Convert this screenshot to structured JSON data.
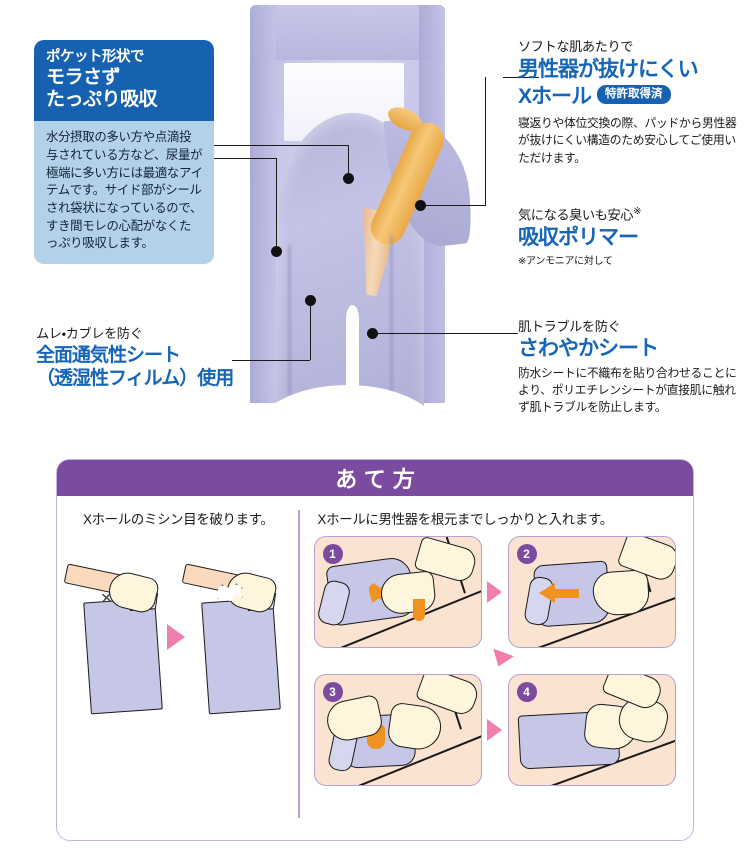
{
  "product_callouts": {
    "pocket_card": {
      "head_line1": "ポケット形状で",
      "head_line2": "モラさず",
      "head_line3": "たっぷり吸収",
      "body": "水分摂取の多い方や点滴投与されている方など、尿量が極端に多い方には最適なアイテムです。サイド部がシールされ袋状になっているので、すき間モレの心配がなくたっぷり吸収します。"
    },
    "x_hole": {
      "kicker": "ソフトな肌あたりで",
      "title_line1": "男性器が抜けにくい",
      "title_line2": "Xホール",
      "badge": "特許取得済",
      "body": "寝返りや体位交換の際、パッドから男性器が抜けにくい構造のため安心してご使用いただけます。"
    },
    "polymer": {
      "kicker": "気になる臭いも安心",
      "kicker_sup": "※",
      "title": "吸収ポリマー",
      "note": "※アンモニアに対して"
    },
    "sheet": {
      "kicker": "肌トラブルを防ぐ",
      "title": "さわやかシート",
      "body": "防水シートに不織布を貼り合わせることにより、ポリエチレンシートが直接肌に触れず肌トラブルを防止します。"
    },
    "breathable": {
      "kicker": "ムレ・カブレを防ぐ",
      "title_line1": "全面通気性シート",
      "title_line2": "（透湿性フィルム）使用"
    }
  },
  "howto": {
    "header": "あて方",
    "left_caption": "Xホールのミシン目を破ります。",
    "right_caption": "Xホールに男性器を根元までしっかりと入れます。",
    "left_figures": [
      {
        "mark": "×",
        "name": "intact-x-hole"
      },
      {
        "mark": "",
        "name": "torn-x-hole"
      }
    ],
    "steps": [
      {
        "number": "1"
      },
      {
        "number": "2"
      },
      {
        "number": "3"
      },
      {
        "number": "4"
      }
    ]
  },
  "colors": {
    "brand_blue": "#1762b0",
    "light_blue": "#b3d1e8",
    "heading_blue": "#1565b8",
    "purple": "#7b4ba0",
    "light_purple": "#c9b3dd",
    "peach": "#fbe3d1",
    "pink_arrow": "#ef7faa",
    "orange": "#f0921f",
    "pad_lavender": "#c6c6e6"
  }
}
